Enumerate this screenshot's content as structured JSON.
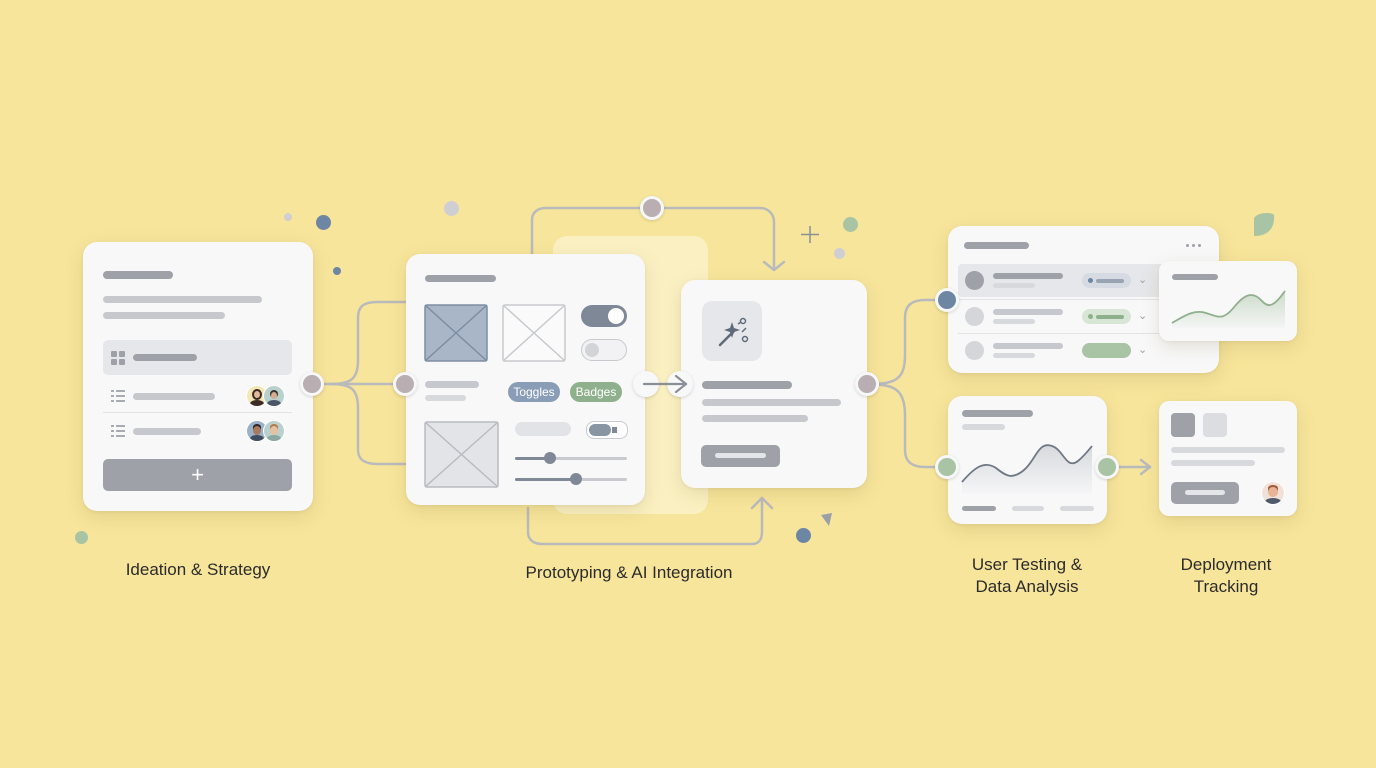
{
  "stages": [
    {
      "label": "Ideation & Strategy"
    },
    {
      "label": "Prototyping & AI Integration"
    },
    {
      "label": "User Testing &\nData Analysis"
    },
    {
      "label": "Deployment\nTracking"
    }
  ],
  "prototype": {
    "chips": [
      "Toggles",
      "Badges"
    ]
  },
  "ideation": {
    "add_button": "+"
  },
  "colors": {
    "background": "#f7e59b",
    "card": "#f8f8f9",
    "connector": "#b8b9bb",
    "node_mauve": "#b9aeb2",
    "node_blue": "#6c86a3",
    "node_green": "#a8c4a4",
    "accent_blue": "#8a9db7",
    "accent_green": "#8fb08c"
  },
  "icons": [
    "grid-icon",
    "list-icon",
    "magic-wand-icon",
    "more-dots-icon",
    "chevron-down-icon",
    "image-placeholder-icon",
    "plus-icon"
  ]
}
